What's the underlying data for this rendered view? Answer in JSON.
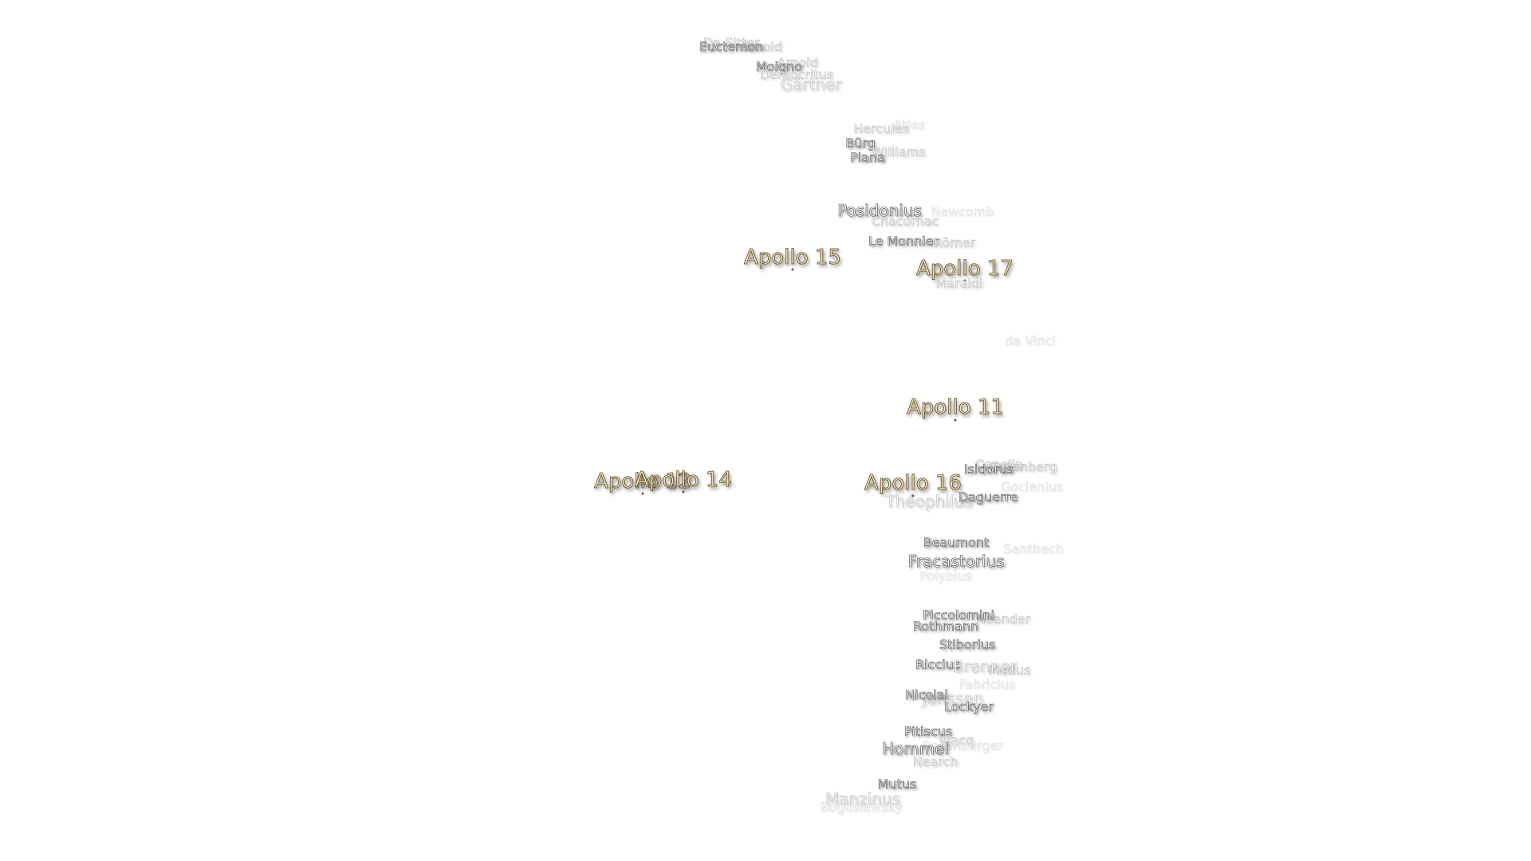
{
  "map": {
    "apollo_sites": [
      {
        "name": "Apollo 15"
      },
      {
        "name": "Apollo 17"
      },
      {
        "name": "Apollo 11"
      },
      {
        "name": "Apollo 14"
      },
      {
        "name": "Apollo 12"
      },
      {
        "name": "Apollo 16"
      }
    ],
    "craters": [
      {
        "name": "De Sitter"
      },
      {
        "name": "Euctemon"
      },
      {
        "name": "Arnold"
      },
      {
        "name": "Moigno"
      },
      {
        "name": "Democritus"
      },
      {
        "name": "Gärtner"
      },
      {
        "name": "Hercules"
      },
      {
        "name": "Atlas"
      },
      {
        "name": "Bürg"
      },
      {
        "name": "Williams"
      },
      {
        "name": "Plana"
      },
      {
        "name": "Posidonius"
      },
      {
        "name": "Newcomb"
      },
      {
        "name": "Chacornac"
      },
      {
        "name": "Le Monnier"
      },
      {
        "name": "Römer"
      },
      {
        "name": "Maraldi"
      },
      {
        "name": "da Vinci"
      },
      {
        "name": "Isidorus"
      },
      {
        "name": "Capella"
      },
      {
        "name": "Gutenberg"
      },
      {
        "name": "Théophilus"
      },
      {
        "name": "Daguerre"
      },
      {
        "name": "Goclenius"
      },
      {
        "name": "Beaumont"
      },
      {
        "name": "Santbech"
      },
      {
        "name": "Fracastorius"
      },
      {
        "name": "Polybius"
      },
      {
        "name": "Piccolomini"
      },
      {
        "name": "Neander"
      },
      {
        "name": "Rothmann"
      },
      {
        "name": "Stiborius"
      },
      {
        "name": "Riccius"
      },
      {
        "name": "Brenner"
      },
      {
        "name": "Metius"
      },
      {
        "name": "Fabricius"
      },
      {
        "name": "Janssen"
      },
      {
        "name": "Nicolai"
      },
      {
        "name": "Lockyer"
      },
      {
        "name": "Pitiscus"
      },
      {
        "name": "Vlacq"
      },
      {
        "name": "Rosenberger"
      },
      {
        "name": "Hommel"
      },
      {
        "name": "Nearch"
      },
      {
        "name": "Mutus"
      },
      {
        "name": "Manzinus"
      },
      {
        "name": "Boguslawsky"
      }
    ]
  }
}
